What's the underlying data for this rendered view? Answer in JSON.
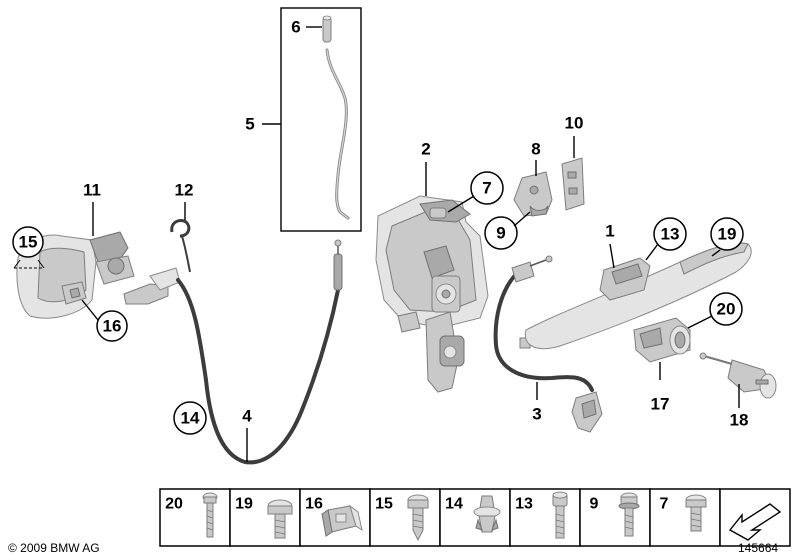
{
  "callouts": {
    "l1": "1",
    "l2": "2",
    "l3": "3",
    "l4": "4",
    "l5": "5",
    "l6": "6",
    "l7": "7",
    "l8": "8",
    "l9": "9",
    "l10": "10",
    "l11": "11",
    "l12": "12",
    "l13": "13",
    "l14": "14",
    "l15": "15",
    "l16": "16",
    "l17": "17",
    "l18": "18",
    "l19": "19",
    "l20": "20"
  },
  "fastener_strip": {
    "items": [
      {
        "label": "20",
        "icon": "long-bolt"
      },
      {
        "label": "19",
        "icon": "pan-head-screw"
      },
      {
        "label": "16",
        "icon": "spring-nut-clip"
      },
      {
        "label": "15",
        "icon": "self-tapping-screw"
      },
      {
        "label": "14",
        "icon": "plastic-expanding-rivet"
      },
      {
        "label": "13",
        "icon": "socket-head-bolt"
      },
      {
        "label": "9",
        "icon": "torx-bolt"
      },
      {
        "label": "7",
        "icon": "button-head-bolt"
      }
    ]
  },
  "footer": {
    "copyright": "© 2009 BMW AG",
    "diagram_number": "145664"
  }
}
